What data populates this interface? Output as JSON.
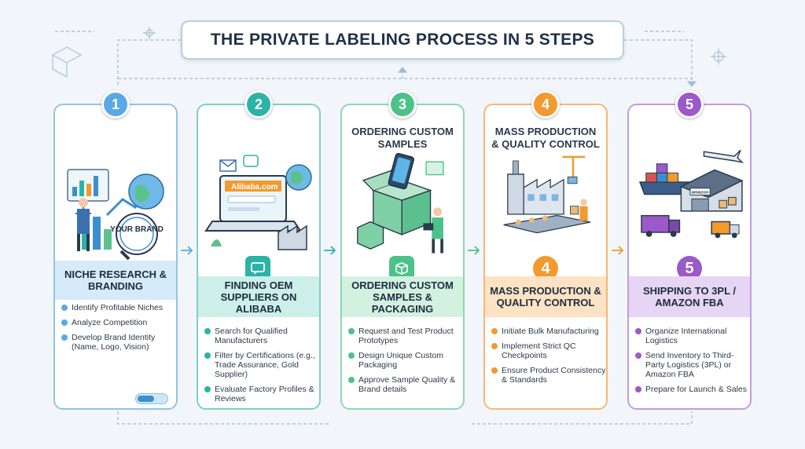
{
  "title": "THE PRIVATE LABELING PROCESS IN 5 STEPS",
  "colors": {
    "step1": "#5aa9e6",
    "step2": "#2bb3a6",
    "step3": "#4cc28a",
    "step4": "#f39a2e",
    "step5": "#9b59c9"
  },
  "steps": [
    {
      "number": "1",
      "band_title": "NICHE RESEARCH & BRANDING",
      "illustration_label": "YOUR BRAND",
      "illustration_icon": "brand-research-illustration",
      "bullets": [
        "Identify Profitable Niches",
        "Analyze Competition",
        "Develop Brand Identity (Name, Logo, Vision)"
      ],
      "progress": 0.55
    },
    {
      "number": "2",
      "band_title": "FINDING OEM SUPPLIERS ON ALIBABA",
      "illustration_label": "Alibaba.com",
      "illustration_icon": "laptop-supplier-illustration",
      "mid_icon": "chat-icon",
      "bullets": [
        "Search for Qualified Manufacturers",
        "Filter by Certifications (e.g., Trade Assurance, Gold Supplier)",
        "Evaluate Factory Profiles & Reviews"
      ]
    },
    {
      "number": "3",
      "top_title": "ORDERING CUSTOM SAMPLES",
      "band_title": "ORDERING CUSTOM SAMPLES & PACKAGING",
      "illustration_icon": "sample-box-illustration",
      "mid_icon": "package-icon",
      "bullets": [
        "Request and Test Product Prototypes",
        "Design Unique Custom Packaging",
        "Approve Sample Quality & Brand details"
      ]
    },
    {
      "number": "4",
      "top_title": "MASS PRODUCTION & QUALITY CONTROL",
      "band_title": "MASS PRODUCTION & QUALITY CONTROL",
      "mid_number": "4",
      "illustration_icon": "factory-illustration",
      "bullets": [
        "Initiate Bulk Manufacturing",
        "Implement Strict QC Checkpoints",
        "Ensure Product Consistency & Standards"
      ]
    },
    {
      "number": "5",
      "band_title": "SHIPPING TO 3PL / AMAZON FBA",
      "mid_number": "5",
      "illustration_label": "amazon",
      "illustration_icon": "shipping-illustration",
      "bullets": [
        "Organize International Logistics",
        "Send Inventory to Third-Party Logistics (3PL) or Amazon FBA",
        "Prepare for Launch & Sales"
      ]
    }
  ]
}
